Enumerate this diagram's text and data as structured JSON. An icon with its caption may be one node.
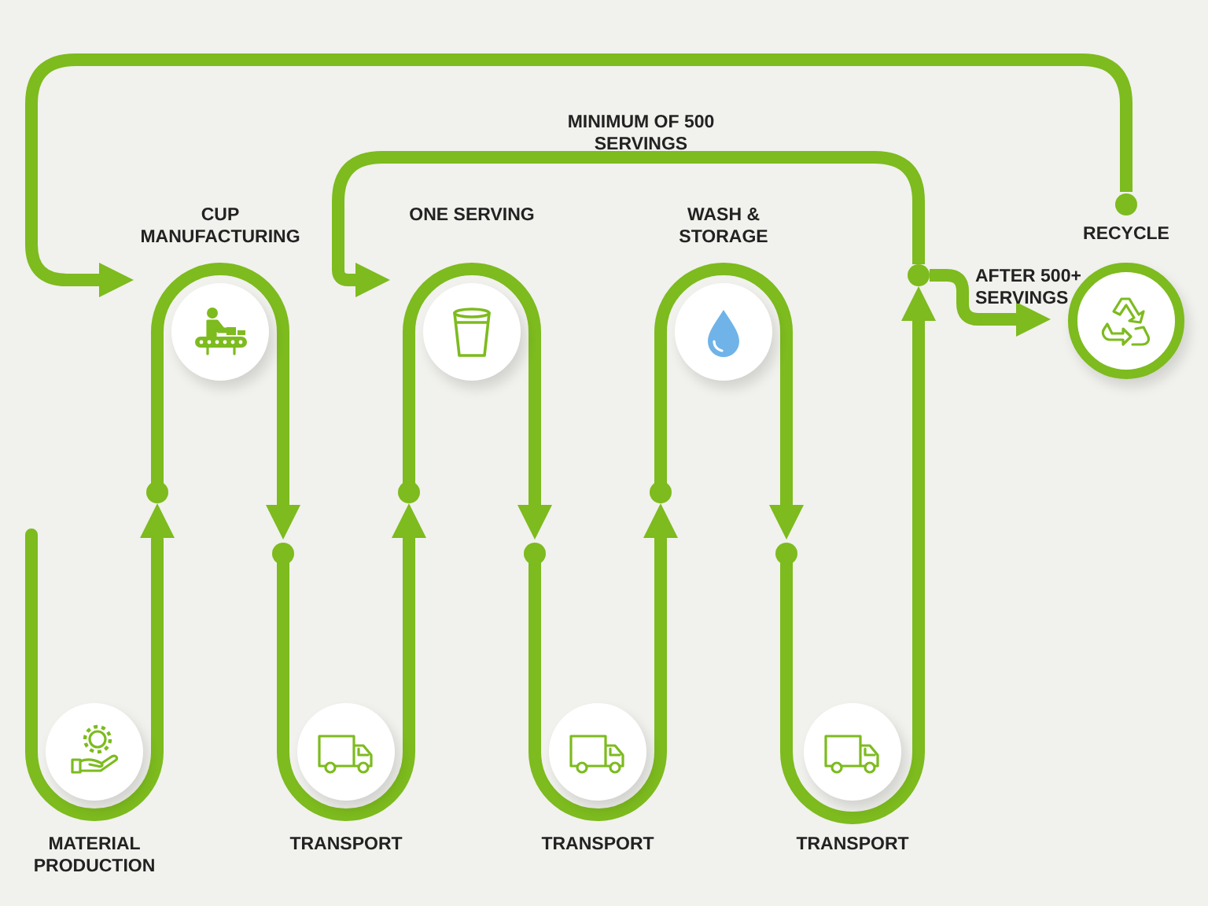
{
  "diagram": {
    "nodes": [
      {
        "text": [
          "MATERIAL PRODUCTION"
        ]
      },
      {
        "text": [
          "CUP MANUFACTURING"
        ]
      },
      {
        "text": [
          "TRANSPORT"
        ]
      },
      {
        "text": [
          "ONE SERVING"
        ]
      },
      {
        "text": [
          "TRANSPORT"
        ]
      },
      {
        "text": [
          "WASH & STORAGE"
        ]
      },
      {
        "text": [
          "TRANSPORT"
        ]
      },
      {
        "text": [],
        "shape": "circle"
      },
      {
        "text": [
          "RECYCLE"
        ]
      }
    ],
    "edges": [
      {
        "from": 0,
        "to": 1,
        "arrow": "to"
      },
      {
        "from": 1,
        "to": 2,
        "arrow": "to"
      },
      {
        "from": 2,
        "to": 3,
        "arrow": "to"
      },
      {
        "from": 3,
        "to": 4,
        "arrow": "to"
      },
      {
        "from": 4,
        "to": 5,
        "arrow": "to"
      },
      {
        "from": 5,
        "to": 6,
        "arrow": "to"
      },
      {
        "from": 6,
        "to": 7,
        "arrow": "to"
      },
      {
        "from": 7,
        "to": 3,
        "arrow": "to",
        "label": "MINIMUM OF 500 SERVINGS"
      },
      {
        "from": 8,
        "to": 1,
        "arrow": "to"
      },
      {
        "from": 7,
        "to": 8,
        "arrow": "to",
        "label": "AFTER 500+ SERVINGS"
      }
    ]
  }
}
